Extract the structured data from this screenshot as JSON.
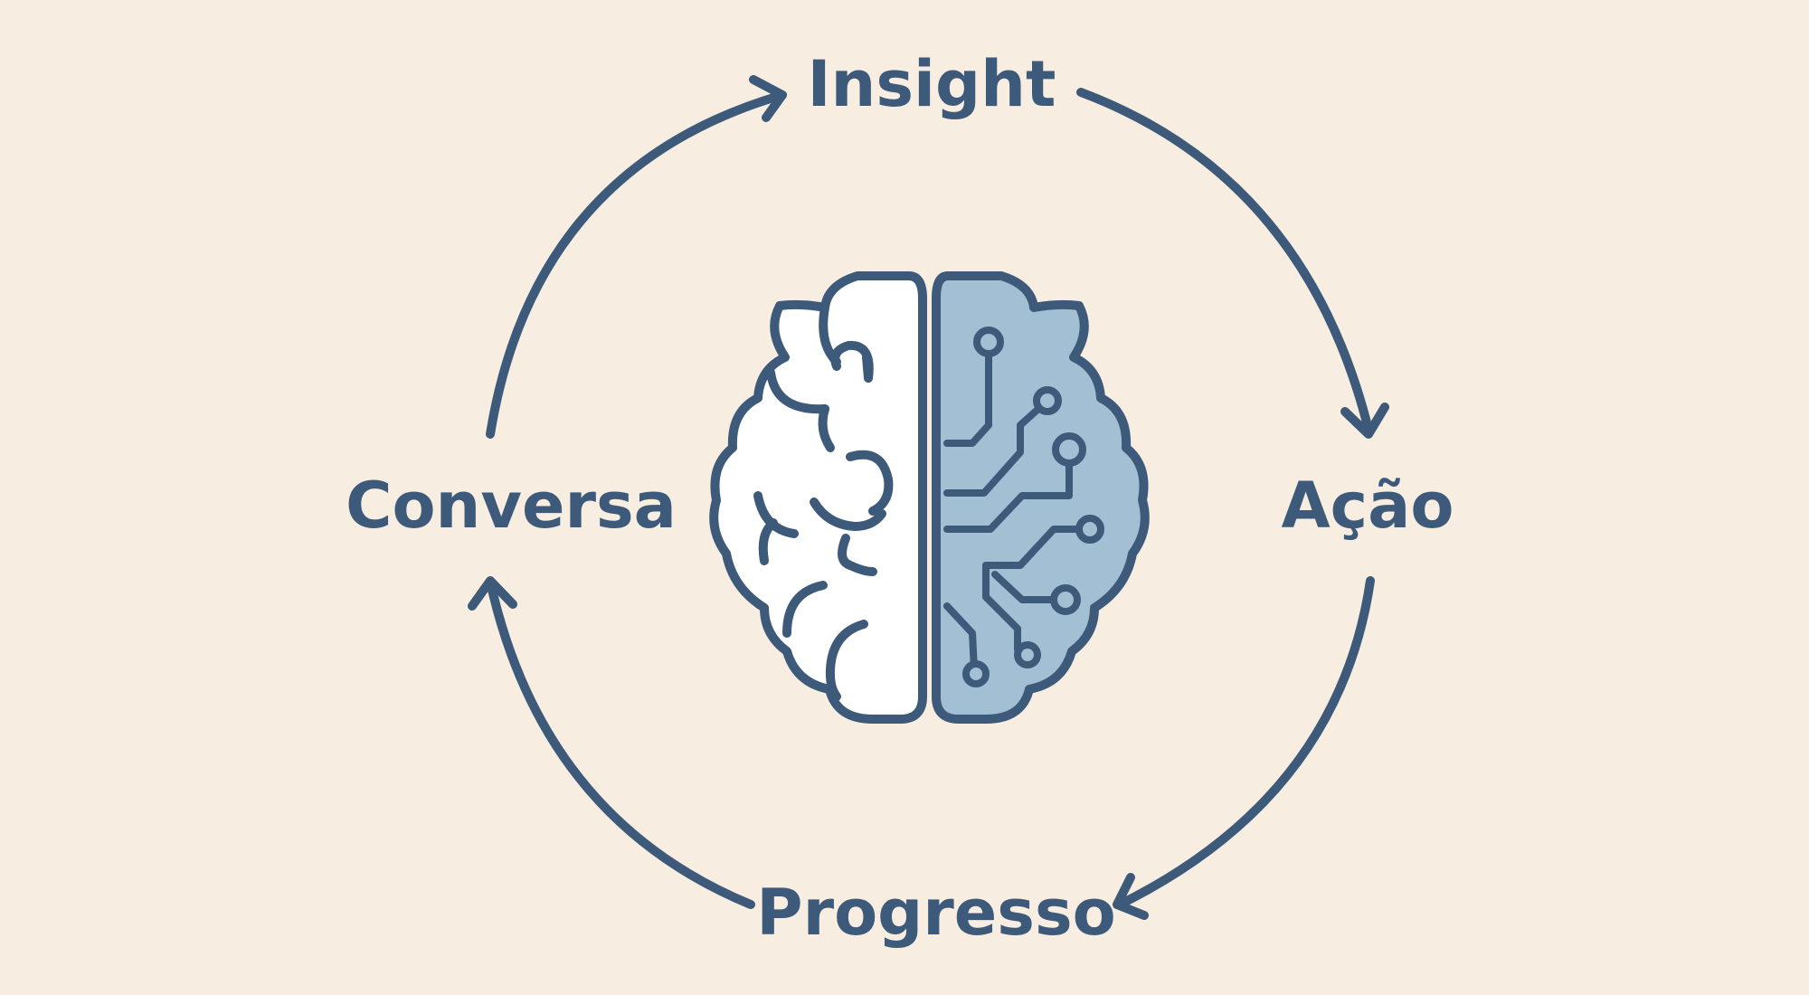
{
  "diagram": {
    "stages": {
      "top": "Insight",
      "right": "Ação",
      "bottom": "Progresso",
      "left": "Conversa"
    },
    "center_icon": "brain-circuit-icon",
    "colors": {
      "background": "#f7ede1",
      "stroke": "#3d5a7a",
      "brain_right_fill": "#a2bfd3",
      "brain_left_fill": "#ffffff"
    }
  }
}
